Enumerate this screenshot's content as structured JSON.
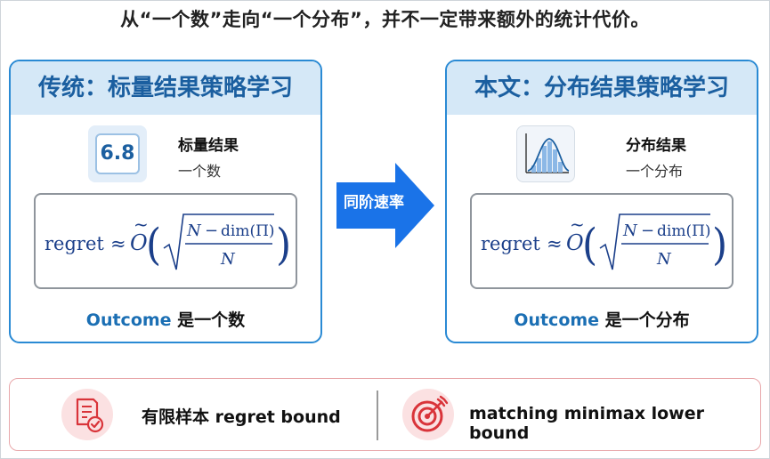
{
  "headline": "从“一个数”走向“一个分布”，并不一定带来额外的统计代价。",
  "left_panel": {
    "title": "传统：标量结果策略学习",
    "icon_value": "6.8",
    "result_title": "标量结果",
    "result_sub": "一个数",
    "formula": {
      "lhs": "regret",
      "approx": "≈",
      "O": "O",
      "num_N": "N",
      "num_minus": "−",
      "num_dim": "dim(Π)",
      "den": "N"
    },
    "outcome_keyword": "Outcome",
    "outcome_rest": " 是一个数"
  },
  "arrow": {
    "label": "同阶速率",
    "color": "#1a73e8"
  },
  "right_panel": {
    "title": "本文：分布结果策略学习",
    "result_title": "分布结果",
    "result_sub": "一个分布",
    "formula": {
      "lhs": "regret",
      "approx": "≈",
      "O": "O",
      "num_N": "N",
      "num_minus": "−",
      "num_dim": "dim(Π)",
      "den": "N"
    },
    "outcome_keyword": "Outcome",
    "outcome_rest": " 是一个分布"
  },
  "bottom": {
    "item1_text": "有限样本 regret bound",
    "item2_text": "matching minimax lower bound"
  },
  "icons": {
    "left_result": "number-badge-icon",
    "right_result": "histogram-icon",
    "item1": "document-check-icon",
    "item2": "target-icon"
  },
  "colors": {
    "panel_border": "#2a8ad4",
    "panel_header_bg": "#d5e8f7",
    "title_text": "#1b5fa0",
    "keyword": "#1b6fb4",
    "bottom_border": "#e8a7aa",
    "icon_red": "#d9343a"
  }
}
